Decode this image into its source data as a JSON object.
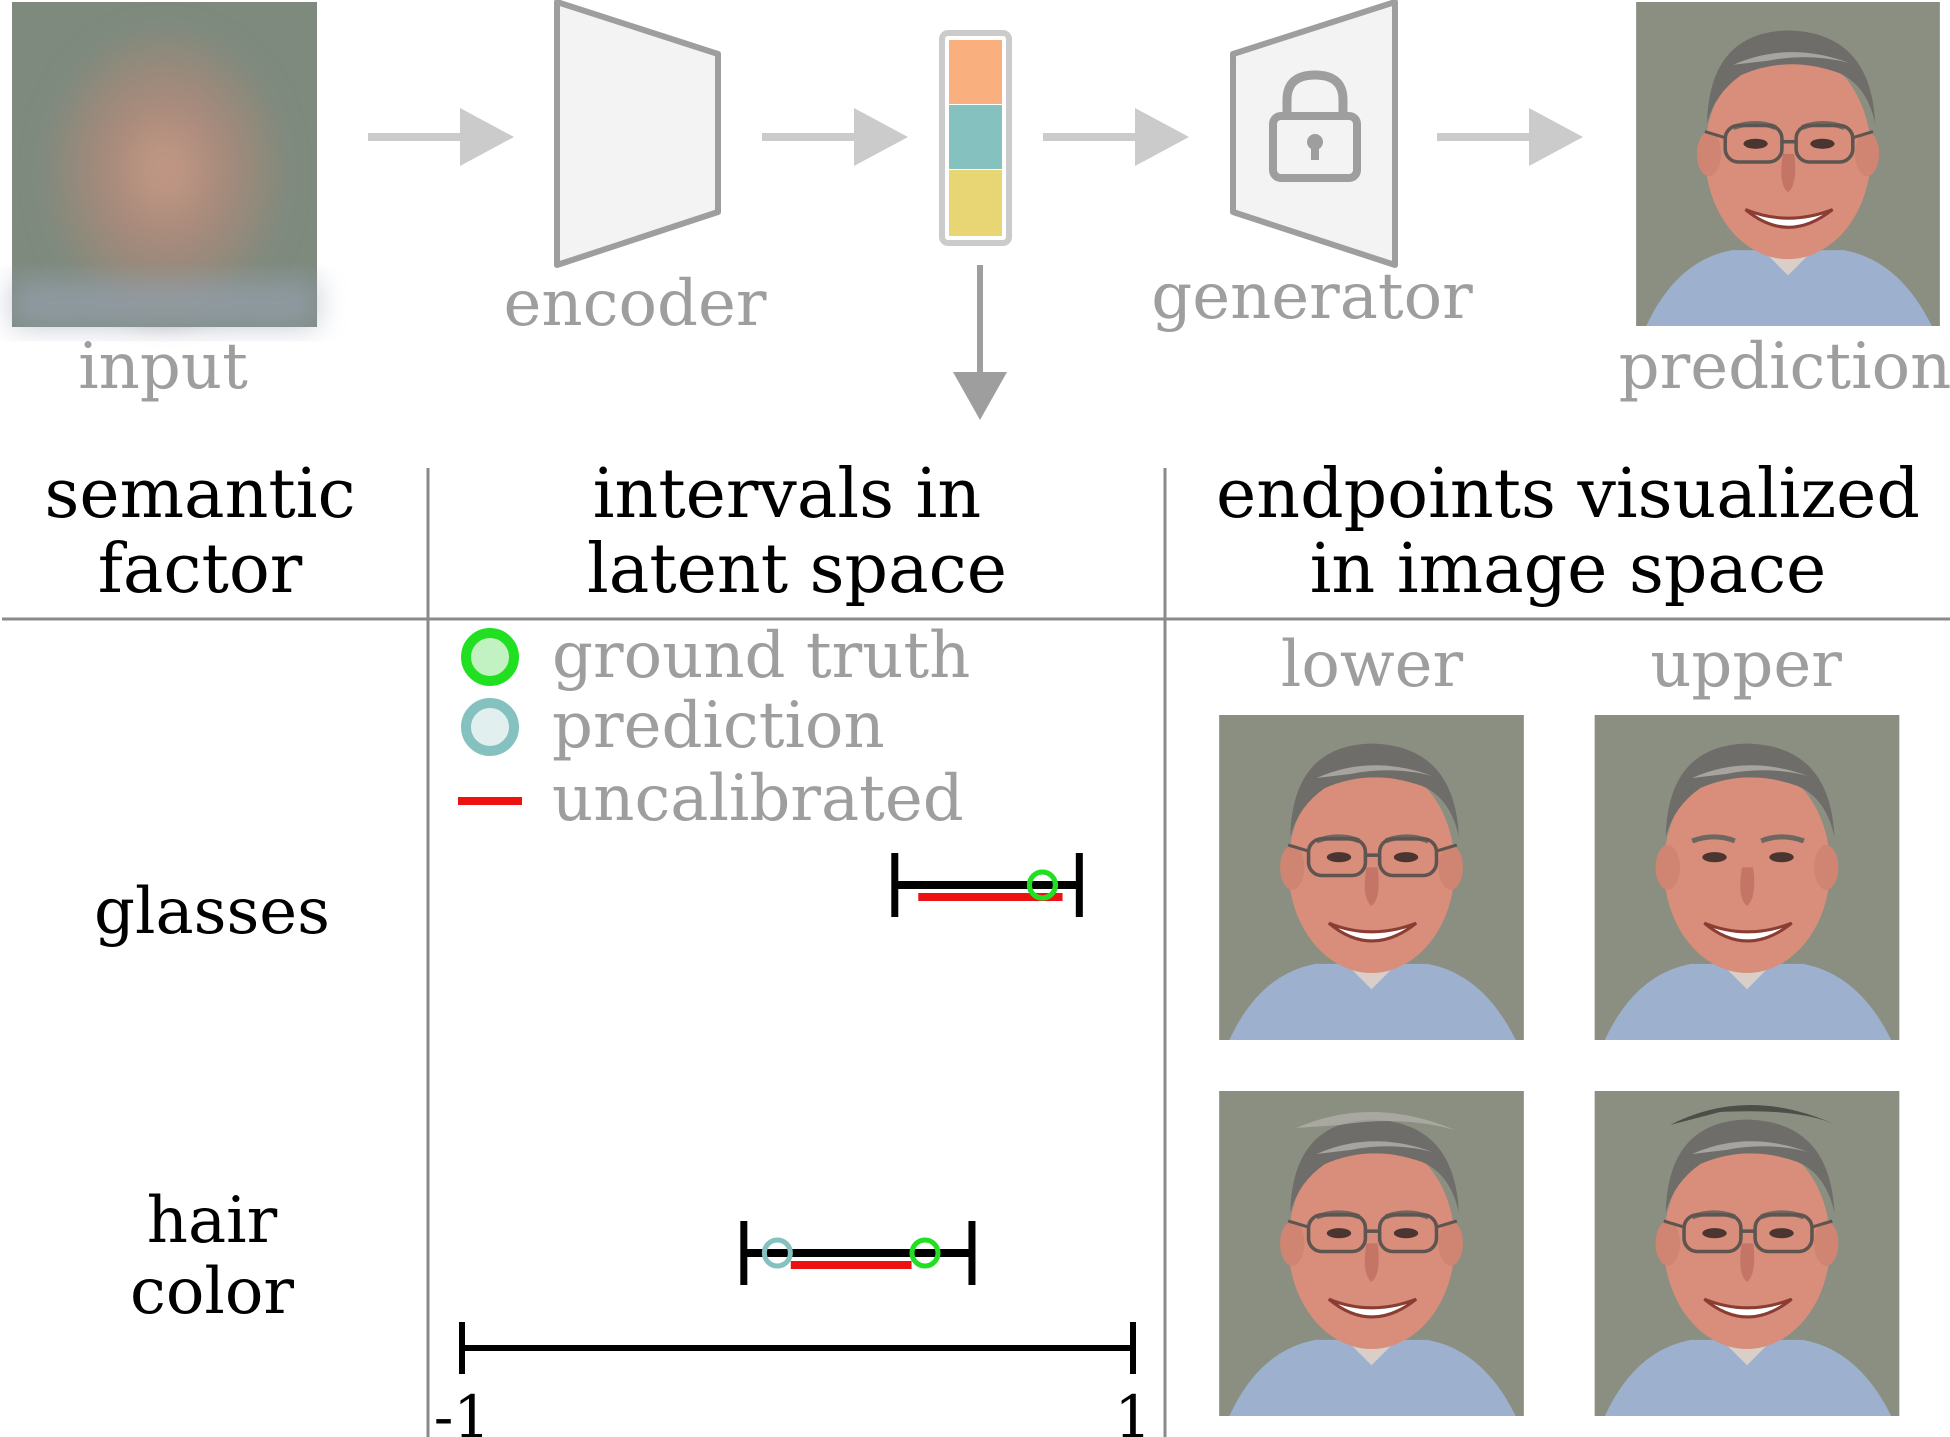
{
  "pipeline": {
    "input_label": "input",
    "encoder_label": "encoder",
    "generator_label": "generator",
    "prediction_label": "prediction",
    "latent_colors": [
      "#f9b07e",
      "#84c1bf",
      "#e8d574"
    ],
    "icons": [
      "blurred-face-image",
      "encoder-trapezoid",
      "latent-vector",
      "lock-icon",
      "generator-trapezoid",
      "face-image"
    ]
  },
  "table": {
    "col1_header": [
      "semantic",
      "factor"
    ],
    "col2_header": [
      "intervals in",
      "latent space"
    ],
    "col3_header": [
      "endpoints visualized",
      "in image space"
    ],
    "lower_label": "lower",
    "upper_label": "upper",
    "legend": [
      {
        "label": "ground truth",
        "marker": "ring",
        "color": "#21e021"
      },
      {
        "label": "prediction",
        "marker": "ring",
        "color": "#84c1bf"
      },
      {
        "label": "uncalibrated",
        "marker": "line",
        "color": "#ee1111"
      }
    ],
    "rows": [
      {
        "label": [
          "glasses"
        ]
      },
      {
        "label": [
          "hair",
          "color"
        ]
      }
    ],
    "axis": {
      "min_label": "-1",
      "max_label": "1"
    }
  },
  "chart_data": {
    "type": "interval",
    "xlim": [
      -1,
      1
    ],
    "series": [
      {
        "name": "ground truth",
        "color": "#21e021"
      },
      {
        "name": "prediction",
        "color": "#84c1bf"
      },
      {
        "name": "uncalibrated",
        "color": "#ee1111"
      }
    ],
    "rows": [
      {
        "factor": "glasses",
        "interval": [
          0.29,
          0.84
        ],
        "uncalibrated": [
          0.36,
          0.79
        ],
        "ground_truth": 0.73,
        "prediction": 0.73
      },
      {
        "factor": "hair color",
        "interval": [
          -0.16,
          0.52
        ],
        "uncalibrated": [
          -0.02,
          0.34
        ],
        "ground_truth": 0.38,
        "prediction": -0.06
      }
    ]
  }
}
